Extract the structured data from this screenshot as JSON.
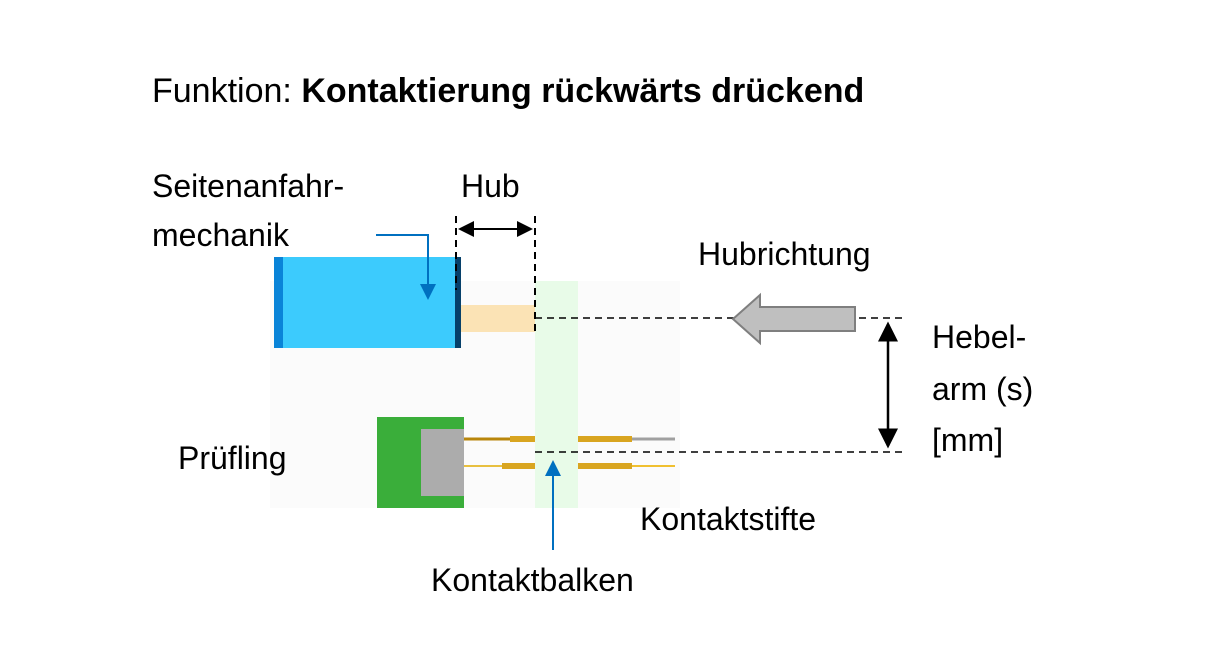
{
  "title": {
    "prefix": "Funktion:",
    "bold": "Kontaktierung rückwärts drückend"
  },
  "labels": {
    "side_mechanism_line1": "Seitenanfahr-",
    "side_mechanism_line2": "mechanik",
    "stroke": "Hub",
    "stroke_direction": "Hubrichtung",
    "lever_line1": "Hebel-",
    "lever_line2": "arm (s)",
    "lever_line3": "[mm]",
    "dut": "Prüfling",
    "contact_pins": "Kontaktstifte",
    "contact_bar": "Kontaktbalken"
  },
  "colors": {
    "mechanism": "#3ccbfd",
    "plunger": "#fbe3b5",
    "contact_bar": "#e8fbe8",
    "pcb": "#3aae3a",
    "connector": "#acacac",
    "pins": "#d9a520",
    "pointer": "#0070c0",
    "direction_arrow": "#bfbfbf"
  }
}
